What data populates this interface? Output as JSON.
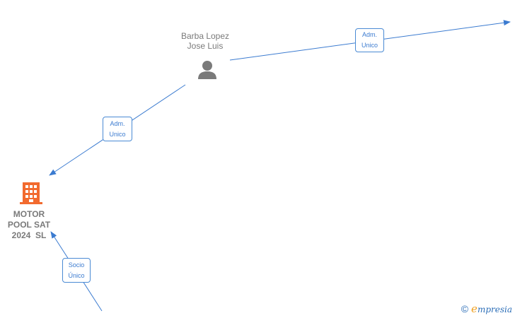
{
  "nodes": {
    "person": {
      "name_line1": "Barba Lopez",
      "name_line2": "Jose Luis"
    },
    "company": {
      "name_line1": "MOTOR",
      "name_line2": "POOL SAT",
      "name_line3": "2024  SL"
    }
  },
  "edges": [
    {
      "line1": "Adm.",
      "line2": "Unico"
    },
    {
      "line1": "Adm.",
      "line2": "Unico"
    },
    {
      "line1": "Socio",
      "line2": "Único"
    }
  ],
  "watermark": {
    "copyright": "©",
    "brand_first": "e",
    "brand_rest": "mpresia"
  },
  "colors": {
    "edge": "#3b7bd0",
    "person_icon": "#7a7a7a",
    "company_icon": "#f26a2e",
    "text": "#7a7a7a"
  }
}
